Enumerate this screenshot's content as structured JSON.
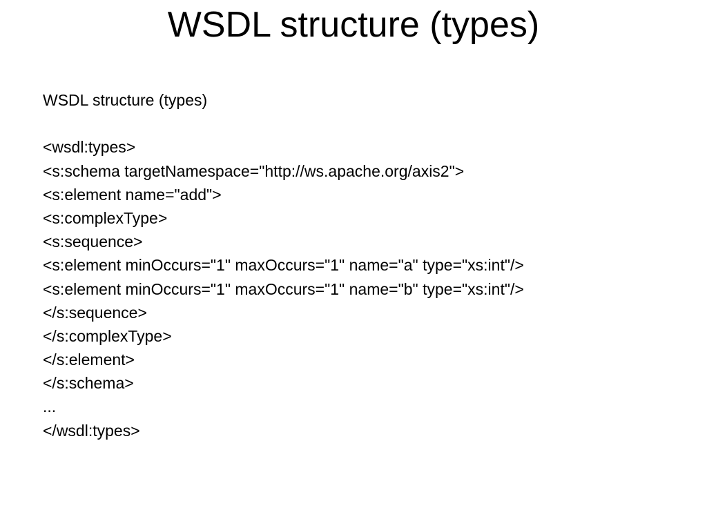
{
  "slide": {
    "title": "WSDL structure (types)",
    "subtitle": "WSDL structure (types)",
    "code_lines": [
      "<wsdl:types>",
      "<s:schema targetNamespace=\"http://ws.apache.org/axis2\">",
      "<s:element name=\"add\">",
      "<s:complexType>",
      "<s:sequence>",
      "<s:element minOccurs=\"1\" maxOccurs=\"1\" name=\"a\" type=\"xs:int\"/>",
      "<s:element minOccurs=\"1\" maxOccurs=\"1\" name=\"b\" type=\"xs:int\"/>",
      "</s:sequence>",
      "</s:complexType>",
      "</s:element>",
      "</s:schema>",
      "...",
      "</wsdl:types>"
    ]
  }
}
